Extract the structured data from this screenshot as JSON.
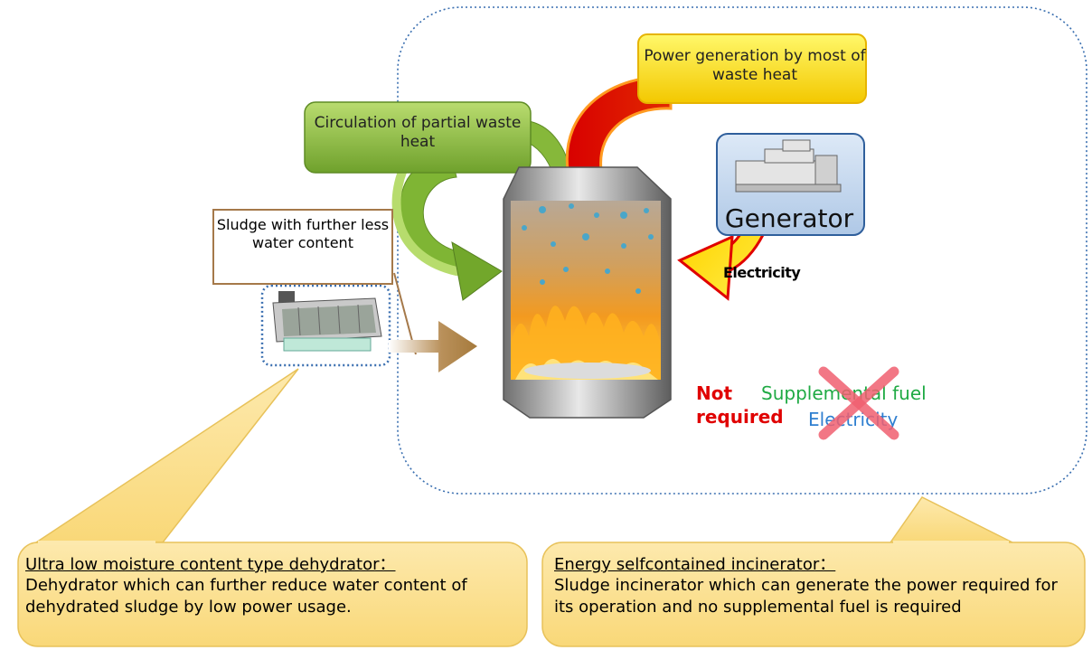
{
  "labels": {
    "circulation": "Circulation of partial waste heat",
    "power_generation": "Power generation by most of waste heat",
    "generator": "Generator",
    "electricity_out": "Electricity",
    "sludge": "Sludge with further less water content",
    "not_required": "Not required",
    "supplemental_fuel": "Supplemental fuel",
    "electricity_in": "Electricity"
  },
  "callouts": {
    "left": {
      "title": "Ultra low moisture content type dehydrator：",
      "body": "Dehydrator which can further reduce water content of dehydrated sludge by low power usage."
    },
    "right": {
      "title": "Energy selfcontained incinerator：",
      "body": "Sludge incinerator which can generate the power required for its operation and no supplemental fuel is required"
    }
  },
  "colors": {
    "green_box": "#8cbf3f",
    "yellow_box": "#ffee22",
    "red_arrow": "#e00000",
    "generator_box": "#c8dcf2",
    "callout_fill": "#fde49a",
    "callout_border": "#e8c25a",
    "dotted_boundary": "#3a6fb0",
    "feed_arrow": "#a57a3c",
    "x_mark": "#f06070"
  }
}
